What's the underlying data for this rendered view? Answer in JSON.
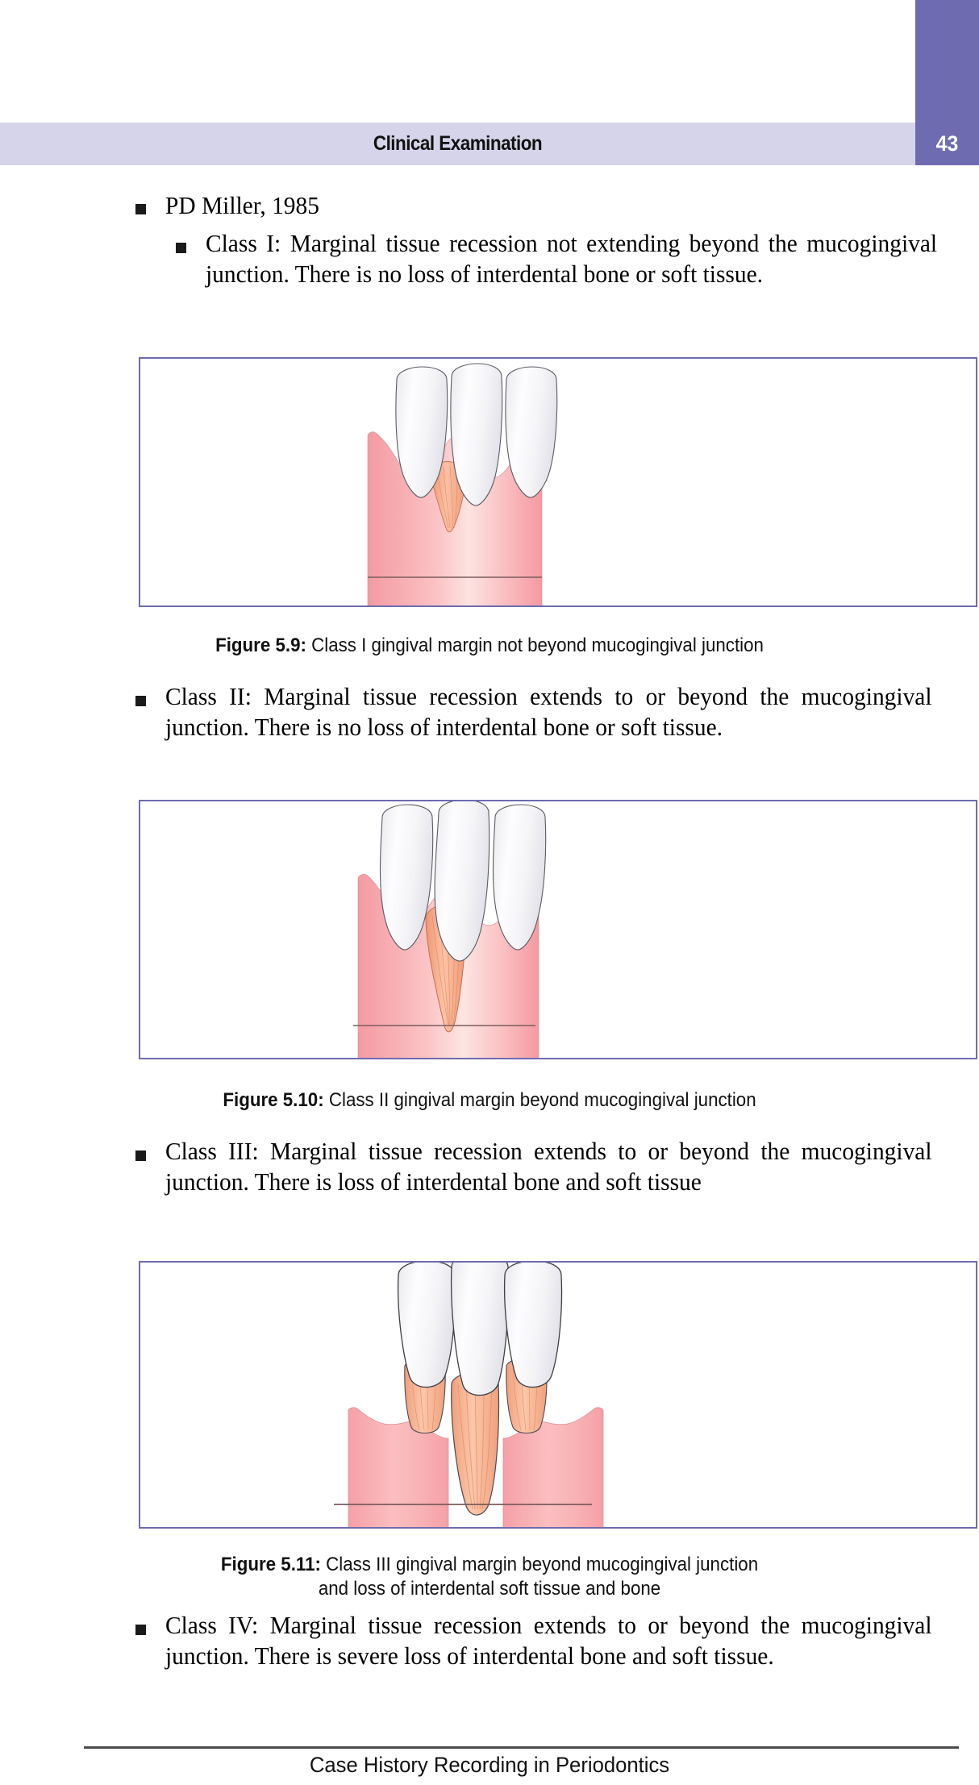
{
  "header": {
    "title": "Clinical Examination",
    "page_number": "43",
    "bar_color": "#d6d4ea",
    "tab_color": "#6f6bb0"
  },
  "content": {
    "heading_bullet": "PD Miller, 1985",
    "class_1": "Class I: Marginal tissue recession not extending beyond the mucogingival junction. There is no loss of interdental bone or soft tissue.",
    "class_2": "Class II: Marginal tissue recession extends to or beyond the mucogingival junction. There is no loss of interdental bone or soft tissue.",
    "class_3": "Class III: Marginal tissue recession extends to or beyond the mucogingival junction. There is loss of interdental bone and soft tissue",
    "class_4": "Class IV: Marginal tissue recession extends to or beyond the mucogingival junction. There is severe loss of interdental bone and soft tissue."
  },
  "figures": [
    {
      "id": "figure-5-9",
      "label": "Figure 5.9:",
      "caption": "Class I gingival margin not beyond mucogingival junction",
      "border_color": "#6f6bb0",
      "gingiva_color": "#f6a7ac",
      "root_color": "#f7a98a",
      "tooth_color": "#f2f2f4"
    },
    {
      "id": "figure-5-10",
      "label": "Figure 5.10:",
      "caption": "Class II gingival margin beyond mucogingival junction",
      "border_color": "#6f6bb0",
      "gingiva_color": "#f6a7ac",
      "root_color": "#f7a98a",
      "tooth_color": "#f2f2f4"
    },
    {
      "id": "figure-5-11",
      "label": "Figure 5.11:",
      "caption_line1": "Class III gingival margin beyond mucogingival junction",
      "caption_line2": "and loss of interdental soft tissue and bone",
      "border_color": "#6f6bb0",
      "gingiva_color": "#f6a7ac",
      "root_color": "#f7a98a",
      "tooth_color": "#f2f2f4"
    }
  ],
  "footer": {
    "text": "Case History Recording in Periodontics"
  }
}
